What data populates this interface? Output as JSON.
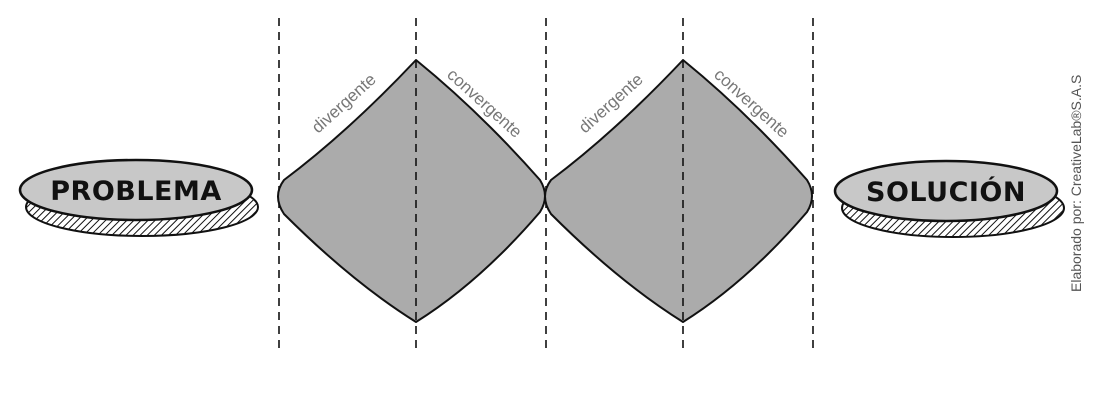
{
  "start_label": "PROBLEMA",
  "end_label": "SOLUCIÓN",
  "phases": [
    {
      "left_label": "divergente",
      "right_label": "convergente"
    },
    {
      "left_label": "divergente",
      "right_label": "convergente"
    }
  ],
  "credit": "Elaborado por: CreativeLab®S.A.S",
  "colors": {
    "diamond_fill": "#ababab",
    "pill_fill": "#c8c8c8",
    "outline": "#111111",
    "label_text": "#777777"
  }
}
